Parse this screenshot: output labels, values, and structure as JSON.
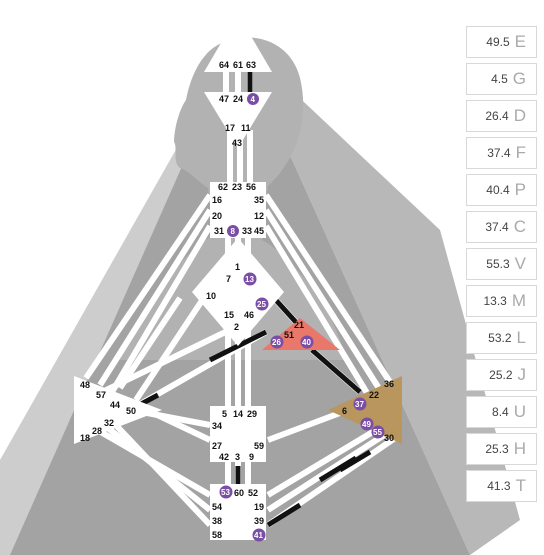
{
  "colors": {
    "head_silhouette": "#b4b4b4",
    "background_cone_light": "#c8c8c8",
    "background_cone_dark": "#a0a0a0",
    "center_white": "#ffffff",
    "spleen_emotional_tan": "#b8965e",
    "ego_red": "#e9776a",
    "activation_purple": "#7b4ea6",
    "defined_channel": "#111111"
  },
  "centers": {
    "head": {
      "gates": [
        "64",
        "61",
        "63"
      ]
    },
    "ajna": {
      "gates": [
        "47",
        "24"
      ],
      "activated": [
        "4"
      ]
    },
    "throat": {
      "gates": [
        "62",
        "23",
        "56",
        "16",
        "35",
        "20",
        "12",
        "31",
        "33",
        "45"
      ],
      "activated": [
        "8"
      ]
    },
    "g": {
      "gates": [
        "1",
        "7",
        "10",
        "15",
        "46",
        "2"
      ],
      "activated": [
        "13",
        "25"
      ]
    },
    "ego": {
      "gates": [
        "21",
        "51"
      ],
      "activated": [
        "26",
        "40"
      ]
    },
    "spleen": {
      "gates": [
        "48",
        "57",
        "44",
        "50",
        "32",
        "28",
        "18"
      ]
    },
    "sacral": {
      "gates": [
        "5",
        "14",
        "29",
        "34",
        "27",
        "59",
        "42",
        "3",
        "9"
      ]
    },
    "emotional": {
      "gates": [
        "36",
        "22",
        "6",
        "30"
      ],
      "activated": [
        "37",
        "49",
        "55"
      ]
    },
    "root": {
      "gates": [
        "60",
        "52",
        "54",
        "19",
        "38",
        "39",
        "58"
      ],
      "activated": [
        "53",
        "41"
      ]
    },
    "neck_gates": [
      "17",
      "11",
      "43"
    ]
  },
  "variables": [
    {
      "value": "49.5",
      "letter": "E"
    },
    {
      "value": "4.5",
      "letter": "G"
    },
    {
      "value": "26.4",
      "letter": "D"
    },
    {
      "value": "37.4",
      "letter": "F"
    },
    {
      "value": "40.4",
      "letter": "P"
    },
    {
      "value": "37.4",
      "letter": "C"
    },
    {
      "value": "55.3",
      "letter": "V"
    },
    {
      "value": "13.3",
      "letter": "M"
    },
    {
      "value": "53.2",
      "letter": "L"
    },
    {
      "value": "25.2",
      "letter": "J"
    },
    {
      "value": "8.4",
      "letter": "U"
    },
    {
      "value": "25.3",
      "letter": "H"
    },
    {
      "value": "41.3",
      "letter": "T"
    }
  ]
}
